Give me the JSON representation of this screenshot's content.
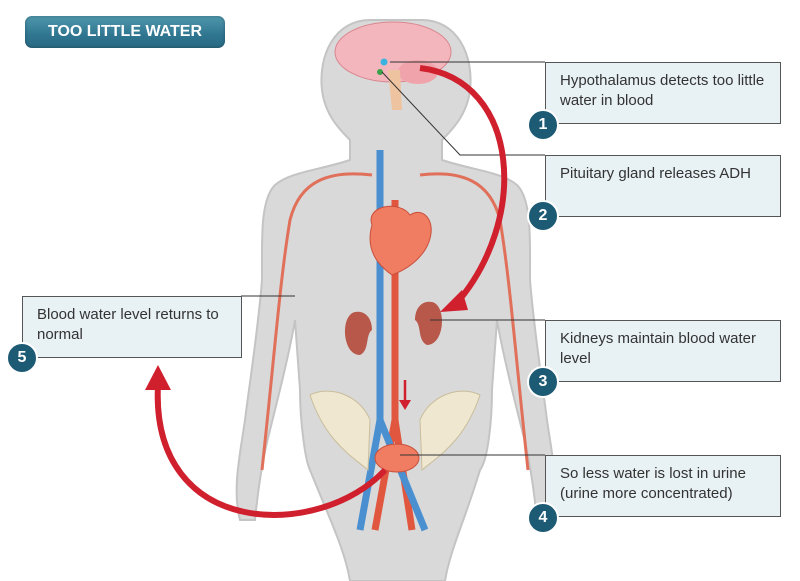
{
  "title": "TOO LITTLE WATER",
  "steps": [
    {
      "number": "1",
      "text": "Hypothalamus detects too little water in blood"
    },
    {
      "number": "2",
      "text": "Pituitary gland releases ADH"
    },
    {
      "number": "3",
      "text": "Kidneys maintain blood water level"
    },
    {
      "number": "4",
      "text": "So less water is lost in urine (urine more concentrated)"
    },
    {
      "number": "5",
      "text": "Blood water level returns to normal"
    }
  ],
  "colors": {
    "accent": "#1d5a74",
    "arrow": "#d0202e",
    "artery": "#e0563f",
    "vein": "#4a8fd0",
    "box": "#e8f1f4"
  }
}
